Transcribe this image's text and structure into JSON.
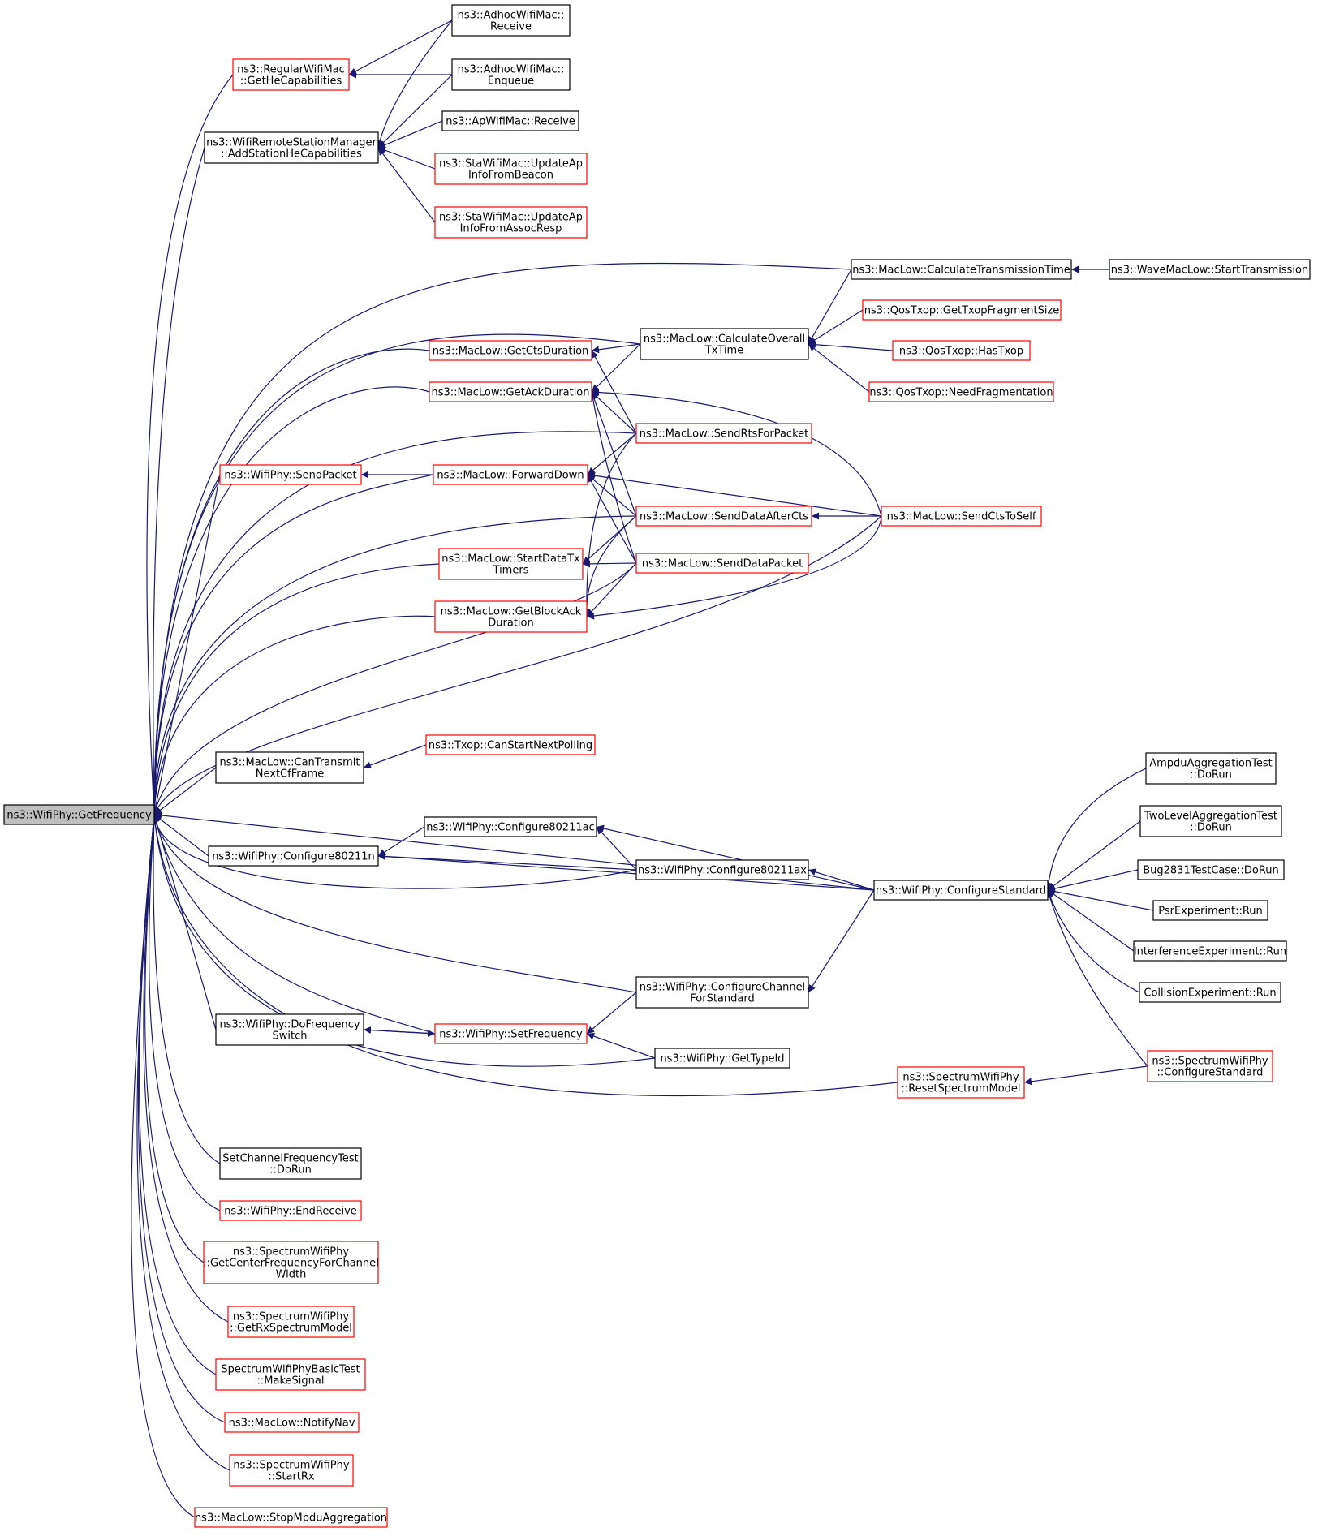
{
  "colors": {
    "edge": "#191970",
    "node_border": "#000000",
    "node_border_truncated": "#ff0000",
    "root_fill": "#bfbfbf",
    "node_fill": "#ffffff"
  },
  "nodes": [
    {
      "id": "root",
      "lines": [
        "ns3::WifiPhy::GetFrequency"
      ],
      "style": "root"
    },
    {
      "id": "regular_gethecap",
      "lines": [
        "ns3::RegularWifiMac",
        "::GetHeCapabilities"
      ],
      "style": "red"
    },
    {
      "id": "adhoc_receive",
      "lines": [
        "ns3::AdhocWifiMac::",
        "Receive"
      ],
      "style": "black"
    },
    {
      "id": "adhoc_enqueue",
      "lines": [
        "ns3::AdhocWifiMac::",
        "Enqueue"
      ],
      "style": "black"
    },
    {
      "id": "wrsm_addstation",
      "lines": [
        "ns3::WifiRemoteStationManager",
        "::AddStationHeCapabilities"
      ],
      "style": "black"
    },
    {
      "id": "ap_receive",
      "lines": [
        "ns3::ApWifiMac::Receive"
      ],
      "style": "black"
    },
    {
      "id": "sta_beacon",
      "lines": [
        "ns3::StaWifiMac::UpdateAp",
        "InfoFromBeacon"
      ],
      "style": "red"
    },
    {
      "id": "sta_assoc",
      "lines": [
        "ns3::StaWifiMac::UpdateAp",
        "InfoFromAssocResp"
      ],
      "style": "red"
    },
    {
      "id": "maclow_calctx",
      "lines": [
        "ns3::MacLow::CalculateTransmissionTime"
      ],
      "style": "black"
    },
    {
      "id": "wave_start",
      "lines": [
        "ns3::WaveMacLow::StartTransmission"
      ],
      "style": "black"
    },
    {
      "id": "qos_fragsize",
      "lines": [
        "ns3::QosTxop::GetTxopFragmentSize"
      ],
      "style": "red"
    },
    {
      "id": "maclow_calcoverall",
      "lines": [
        "ns3::MacLow::CalculateOverall",
        "TxTime"
      ],
      "style": "black"
    },
    {
      "id": "maclow_getcts",
      "lines": [
        "ns3::MacLow::GetCtsDuration"
      ],
      "style": "red"
    },
    {
      "id": "qos_hastxop",
      "lines": [
        "ns3::QosTxop::HasTxop"
      ],
      "style": "red"
    },
    {
      "id": "maclow_getack",
      "lines": [
        "ns3::MacLow::GetAckDuration"
      ],
      "style": "red"
    },
    {
      "id": "qos_needfrag",
      "lines": [
        "ns3::QosTxop::NeedFragmentation"
      ],
      "style": "red"
    },
    {
      "id": "maclow_sendrts",
      "lines": [
        "ns3::MacLow::SendRtsForPacket"
      ],
      "style": "red"
    },
    {
      "id": "wifiphy_sendpacket",
      "lines": [
        "ns3::WifiPhy::SendPacket"
      ],
      "style": "red"
    },
    {
      "id": "maclow_forwarddown",
      "lines": [
        "ns3::MacLow::ForwardDown"
      ],
      "style": "red"
    },
    {
      "id": "maclow_senddataaftercts",
      "lines": [
        "ns3::MacLow::SendDataAfterCts"
      ],
      "style": "red"
    },
    {
      "id": "maclow_sendctstoself",
      "lines": [
        "ns3::MacLow::SendCtsToSelf"
      ],
      "style": "red"
    },
    {
      "id": "maclow_startdatatx",
      "lines": [
        "ns3::MacLow::StartDataTx",
        "Timers"
      ],
      "style": "red"
    },
    {
      "id": "maclow_senddatapacket",
      "lines": [
        "ns3::MacLow::SendDataPacket"
      ],
      "style": "red"
    },
    {
      "id": "maclow_getblockack",
      "lines": [
        "ns3::MacLow::GetBlockAck",
        "Duration"
      ],
      "style": "red"
    },
    {
      "id": "txop_canstart",
      "lines": [
        "ns3::Txop::CanStartNextPolling"
      ],
      "style": "red"
    },
    {
      "id": "maclow_cantransmit",
      "lines": [
        "ns3::MacLow::CanTransmit",
        "NextCfFrame"
      ],
      "style": "black"
    },
    {
      "id": "ampdu_test",
      "lines": [
        "AmpduAggregationTest",
        "::DoRun"
      ],
      "style": "black"
    },
    {
      "id": "twolevel_test",
      "lines": [
        "TwoLevelAggregationTest",
        "::DoRun"
      ],
      "style": "black"
    },
    {
      "id": "wifiphy_conf80211ac",
      "lines": [
        "ns3::WifiPhy::Configure80211ac"
      ],
      "style": "black"
    },
    {
      "id": "wifiphy_conf80211n",
      "lines": [
        "ns3::WifiPhy::Configure80211n"
      ],
      "style": "black"
    },
    {
      "id": "bug2831",
      "lines": [
        "Bug2831TestCase::DoRun"
      ],
      "style": "black"
    },
    {
      "id": "wifiphy_conf80211ax",
      "lines": [
        "ns3::WifiPhy::Configure80211ax"
      ],
      "style": "black"
    },
    {
      "id": "wifiphy_confstandard",
      "lines": [
        "ns3::WifiPhy::ConfigureStandard"
      ],
      "style": "black"
    },
    {
      "id": "psr_run",
      "lines": [
        "PsrExperiment::Run"
      ],
      "style": "black"
    },
    {
      "id": "interference_run",
      "lines": [
        "InterferenceExperiment::Run"
      ],
      "style": "black"
    },
    {
      "id": "wifiphy_confchannel",
      "lines": [
        "ns3::WifiPhy::ConfigureChannel",
        "ForStandard"
      ],
      "style": "black"
    },
    {
      "id": "collision_run",
      "lines": [
        "CollisionExperiment::Run"
      ],
      "style": "black"
    },
    {
      "id": "wifiphy_dofreq",
      "lines": [
        "ns3::WifiPhy::DoFrequency",
        "Switch"
      ],
      "style": "black"
    },
    {
      "id": "wifiphy_setfreq",
      "lines": [
        "ns3::WifiPhy::SetFrequency"
      ],
      "style": "red"
    },
    {
      "id": "wifiphy_gettypeid",
      "lines": [
        "ns3::WifiPhy::GetTypeId"
      ],
      "style": "black"
    },
    {
      "id": "swp_resetspectrum",
      "lines": [
        "ns3::SpectrumWifiPhy",
        "::ResetSpectrumModel"
      ],
      "style": "red"
    },
    {
      "id": "swp_confstandard",
      "lines": [
        "ns3::SpectrumWifiPhy",
        "::ConfigureStandard"
      ],
      "style": "red"
    },
    {
      "id": "setchannelfreq_test",
      "lines": [
        "SetChannelFrequencyTest",
        "::DoRun"
      ],
      "style": "black"
    },
    {
      "id": "wifiphy_endreceive",
      "lines": [
        "ns3::WifiPhy::EndReceive"
      ],
      "style": "red"
    },
    {
      "id": "swp_getcenterfreq",
      "lines": [
        "ns3::SpectrumWifiPhy",
        "::GetCenterFrequencyForChannel",
        "Width"
      ],
      "style": "red"
    },
    {
      "id": "swp_getrxspectrum",
      "lines": [
        "ns3::SpectrumWifiPhy",
        "::GetRxSpectrumModel"
      ],
      "style": "red"
    },
    {
      "id": "swpbasic_makesignal",
      "lines": [
        "SpectrumWifiPhyBasicTest",
        "::MakeSignal"
      ],
      "style": "red"
    },
    {
      "id": "maclow_notifynav",
      "lines": [
        "ns3::MacLow::NotifyNav"
      ],
      "style": "red"
    },
    {
      "id": "swp_startrx",
      "lines": [
        "ns3::SpectrumWifiPhy",
        "::StartRx"
      ],
      "style": "red"
    },
    {
      "id": "maclow_stopmpdu",
      "lines": [
        "ns3::MacLow::StopMpduAggregation"
      ],
      "style": "red"
    }
  ],
  "edges": [
    [
      "regular_gethecap",
      "adhoc_receive"
    ],
    [
      "regular_gethecap",
      "adhoc_enqueue"
    ],
    [
      "wrsm_addstation",
      "adhoc_receive"
    ],
    [
      "wrsm_addstation",
      "adhoc_enqueue"
    ],
    [
      "wrsm_addstation",
      "ap_receive"
    ],
    [
      "wrsm_addstation",
      "sta_beacon"
    ],
    [
      "wrsm_addstation",
      "sta_assoc"
    ],
    [
      "maclow_calctx",
      "wave_start"
    ],
    [
      "maclow_calcoverall",
      "maclow_calctx"
    ],
    [
      "maclow_calcoverall",
      "qos_fragsize"
    ],
    [
      "maclow_calcoverall",
      "qos_hastxop"
    ],
    [
      "maclow_calcoverall",
      "qos_needfrag"
    ],
    [
      "maclow_getcts",
      "maclow_calcoverall"
    ],
    [
      "maclow_getcts",
      "maclow_sendrts"
    ],
    [
      "maclow_getack",
      "maclow_calcoverall"
    ],
    [
      "maclow_getack",
      "maclow_sendrts"
    ],
    [
      "maclow_getack",
      "maclow_senddataaftercts"
    ],
    [
      "maclow_getack",
      "maclow_sendctstoself"
    ],
    [
      "maclow_getack",
      "maclow_senddatapacket"
    ],
    [
      "wifiphy_sendpacket",
      "maclow_forwarddown"
    ],
    [
      "maclow_forwarddown",
      "maclow_sendrts"
    ],
    [
      "maclow_forwarddown",
      "maclow_senddataaftercts"
    ],
    [
      "maclow_forwarddown",
      "maclow_sendctstoself"
    ],
    [
      "maclow_forwarddown",
      "maclow_senddatapacket"
    ],
    [
      "maclow_senddataaftercts",
      "maclow_sendctstoself"
    ],
    [
      "maclow_startdatatx",
      "maclow_senddataaftercts"
    ],
    [
      "maclow_startdatatx",
      "maclow_senddatapacket"
    ],
    [
      "maclow_getblockack",
      "maclow_sendrts"
    ],
    [
      "maclow_getblockack",
      "maclow_senddataaftercts"
    ],
    [
      "maclow_getblockack",
      "maclow_senddatapacket"
    ],
    [
      "maclow_getblockack",
      "maclow_sendctstoself"
    ],
    [
      "maclow_cantransmit",
      "txop_canstart"
    ],
    [
      "wifiphy_conf80211ac",
      "wifiphy_conf80211ax"
    ],
    [
      "wifiphy_conf80211ac",
      "wifiphy_confstandard"
    ],
    [
      "wifiphy_conf80211n",
      "wifiphy_conf80211ac"
    ],
    [
      "wifiphy_conf80211n",
      "wifiphy_conf80211ax"
    ],
    [
      "wifiphy_conf80211n",
      "wifiphy_confstandard"
    ],
    [
      "wifiphy_conf80211ax",
      "wifiphy_confstandard"
    ],
    [
      "wifiphy_confstandard",
      "ampdu_test"
    ],
    [
      "wifiphy_confstandard",
      "twolevel_test"
    ],
    [
      "wifiphy_confstandard",
      "bug2831"
    ],
    [
      "wifiphy_confstandard",
      "psr_run"
    ],
    [
      "wifiphy_confstandard",
      "interference_run"
    ],
    [
      "wifiphy_confstandard",
      "collision_run"
    ],
    [
      "wifiphy_confstandard",
      "swp_confstandard"
    ],
    [
      "wifiphy_confchannel",
      "wifiphy_confstandard"
    ],
    [
      "wifiphy_dofreq",
      "wifiphy_setfreq"
    ],
    [
      "wifiphy_setfreq",
      "wifiphy_dofreq"
    ],
    [
      "wifiphy_setfreq",
      "wifiphy_confchannel"
    ],
    [
      "wifiphy_setfreq",
      "wifiphy_gettypeid"
    ],
    [
      "swp_resetspectrum",
      "swp_confstandard"
    ],
    [
      "root",
      "regular_gethecap"
    ],
    [
      "root",
      "wrsm_addstation"
    ],
    [
      "root",
      "maclow_calctx"
    ],
    [
      "root",
      "maclow_calcoverall"
    ],
    [
      "root",
      "maclow_getcts"
    ],
    [
      "root",
      "maclow_getack"
    ],
    [
      "root",
      "maclow_sendrts"
    ],
    [
      "root",
      "wifiphy_sendpacket"
    ],
    [
      "root",
      "maclow_forwarddown"
    ],
    [
      "root",
      "maclow_senddataaftercts"
    ],
    [
      "root",
      "maclow_startdatatx"
    ],
    [
      "root",
      "maclow_getblockack"
    ],
    [
      "root",
      "maclow_senddatapacket"
    ],
    [
      "root",
      "maclow_sendctstoself"
    ],
    [
      "root",
      "maclow_cantransmit"
    ],
    [
      "root",
      "wifiphy_confstandard"
    ],
    [
      "root",
      "wifiphy_conf80211n"
    ],
    [
      "root",
      "wifiphy_conf80211ax"
    ],
    [
      "root",
      "wifiphy_confchannel"
    ],
    [
      "root",
      "wifiphy_dofreq"
    ],
    [
      "root",
      "wifiphy_setfreq"
    ],
    [
      "root",
      "wifiphy_gettypeid"
    ],
    [
      "root",
      "swp_resetspectrum"
    ],
    [
      "root",
      "setchannelfreq_test"
    ],
    [
      "root",
      "wifiphy_endreceive"
    ],
    [
      "root",
      "swp_getcenterfreq"
    ],
    [
      "root",
      "swp_getrxspectrum"
    ],
    [
      "root",
      "swpbasic_makesignal"
    ],
    [
      "root",
      "maclow_notifynav"
    ],
    [
      "root",
      "swp_startrx"
    ],
    [
      "root",
      "maclow_stopmpdu"
    ]
  ]
}
